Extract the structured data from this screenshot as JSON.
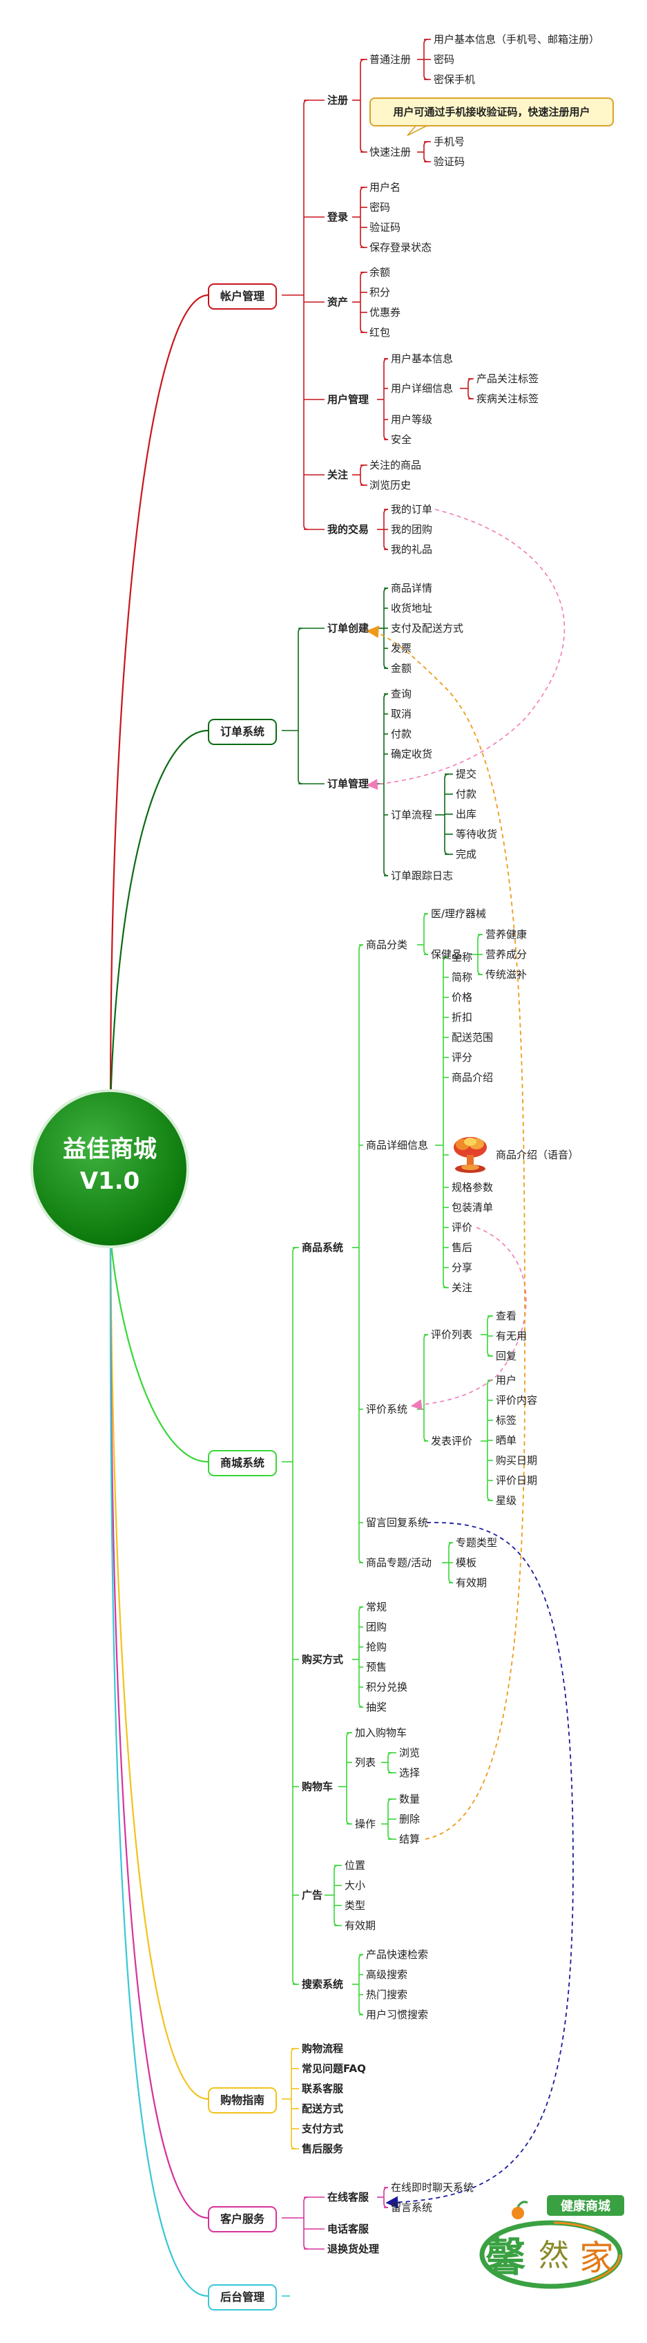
{
  "center": {
    "line1": "益佳商城",
    "line2": "V1.0"
  },
  "colors": {
    "account": "#c8161d",
    "order": "#0a6b12",
    "mall": "#37d637",
    "guide": "#f2c21a",
    "service": "#d6339c",
    "backend": "#38c8d6",
    "center": "#0c7a0c"
  },
  "branches": {
    "account": "帐户管理",
    "order": "订单系统",
    "mall": "商城系统",
    "guide": "购物指南",
    "service": "客户服务",
    "backend": "后台管理"
  },
  "account": {
    "register": {
      "label": "注册",
      "normal": {
        "label": "普通注册",
        "items": [
          "用户基本信息（手机号、邮箱注册）",
          "密码",
          "密保手机"
        ]
      },
      "quick": {
        "label": "快速注册",
        "items": [
          "手机号",
          "验证码"
        ]
      },
      "callout": "用户可通过手机接收验证码，快速注册用户"
    },
    "login": {
      "label": "登录",
      "items": [
        "用户名",
        "密码",
        "验证码",
        "保存登录状态"
      ]
    },
    "assets": {
      "label": "资产",
      "items": [
        "余额",
        "积分",
        "优惠券",
        "红包"
      ]
    },
    "user_mgmt": {
      "label": "用户管理",
      "basic": "用户基本信息",
      "detail": {
        "label": "用户详细信息",
        "items": [
          "产品关注标签",
          "疾病关注标签"
        ]
      },
      "level": "用户等级",
      "security": "安全"
    },
    "follow": {
      "label": "关注",
      "items": [
        "关注的商品",
        "浏览历史"
      ]
    },
    "trade": {
      "label": "我的交易",
      "items": [
        "我的订单",
        "我的团购",
        "我的礼品"
      ]
    }
  },
  "order": {
    "create": {
      "label": "订单创建",
      "items": [
        "商品详情",
        "收货地址",
        "支付及配送方式",
        "发票",
        "金额"
      ]
    },
    "manage": {
      "label": "订单管理",
      "items": [
        "查询",
        "取消",
        "付款",
        "确定收货"
      ],
      "flow": {
        "label": "订单流程",
        "items": [
          "提交",
          "付款",
          "出库",
          "等待收货",
          "完成"
        ]
      },
      "trace": "订单跟踪日志"
    }
  },
  "mall": {
    "product": {
      "label": "商品系统",
      "category": {
        "label": "商品分类",
        "medical": "医/理疗器械",
        "health": {
          "label": "保健品",
          "items": [
            "营养健康",
            "营养成分",
            "传统滋补"
          ]
        }
      },
      "detail": {
        "label": "商品详细信息",
        "items_a": [
          "全称",
          "简称",
          "价格",
          "折扣",
          "配送范围",
          "评分",
          "商品介绍"
        ],
        "voice_intro": "商品介绍（语音）",
        "items_b": [
          "规格参数",
          "包装清单",
          "评价",
          "售后",
          "分享",
          "关注"
        ]
      },
      "review": {
        "label": "评价系统",
        "list": {
          "label": "评价列表",
          "items": [
            "查看",
            "有无用",
            "回复"
          ]
        },
        "publish": {
          "label": "发表评价",
          "items": [
            "用户",
            "评价内容",
            "标签",
            "晒单",
            "购买日期",
            "评价日期",
            "星级"
          ]
        }
      },
      "message": "留言回复系统",
      "topic": {
        "label": "商品专题/活动",
        "items": [
          "专题类型",
          "模板",
          "有效期"
        ]
      }
    },
    "purchase": {
      "label": "购买方式",
      "items": [
        "常规",
        "团购",
        "抢购",
        "预售",
        "积分兑换",
        "抽奖"
      ]
    },
    "cart": {
      "label": "购物车",
      "add": "加入购物车",
      "list": {
        "label": "列表",
        "items": [
          "浏览",
          "选择"
        ]
      },
      "ops": {
        "label": "操作",
        "items": [
          "数量",
          "删除",
          "结算"
        ]
      }
    },
    "ads": {
      "label": "广告",
      "items": [
        "位置",
        "大小",
        "类型",
        "有效期"
      ]
    },
    "search": {
      "label": "搜索系统",
      "items": [
        "产品快速检索",
        "高级搜索",
        "热门搜索",
        "用户习惯搜索"
      ]
    }
  },
  "guide": {
    "items": [
      "购物流程",
      "常见问题FAQ",
      "联系客服",
      "配送方式",
      "支付方式",
      "售后服务"
    ]
  },
  "service": {
    "online": {
      "label": "在线客服",
      "items": [
        "在线即时聊天系统",
        "留言系统"
      ]
    },
    "phone": "电话客服",
    "returns": "退换货处理"
  },
  "logo": {
    "slogan": "健康商城",
    "chars": [
      "馨",
      "然",
      "家"
    ]
  },
  "icons": {
    "voice_intro": "mushroom-cloud-icon"
  }
}
